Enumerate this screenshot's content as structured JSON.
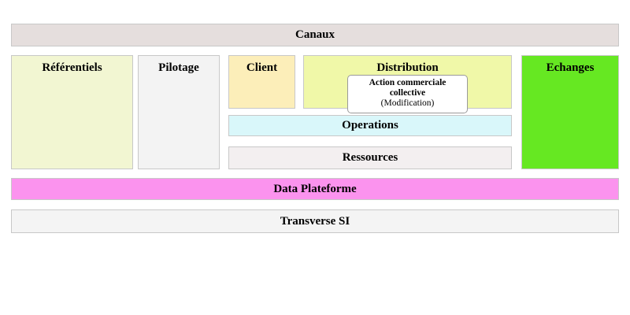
{
  "diagram": {
    "title_bar": {
      "label": "Canaux",
      "color": "#e5dedd"
    },
    "columns": [
      {
        "name": "referentiels",
        "label": "Référentiels",
        "color": "#f2f6d2"
      },
      {
        "name": "pilotage",
        "label": "Pilotage",
        "color": "#f3f3f3"
      },
      {
        "name": "client",
        "label": "Client",
        "color": "#fceeb9"
      },
      {
        "name": "distribution",
        "label": "Distribution",
        "color": "#f0f8a8"
      },
      {
        "name": "echanges",
        "label": "Echanges",
        "color": "#66e822"
      }
    ],
    "strips": [
      {
        "name": "operations",
        "label": "Operations",
        "color": "#d9f7fa"
      },
      {
        "name": "ressources",
        "label": "Ressources",
        "color": "#f3eff0"
      }
    ],
    "footer_bars": [
      {
        "name": "data-plateforme",
        "label": "Data Plateforme",
        "color": "#fb93ee"
      },
      {
        "name": "transverse-si",
        "label": "Transverse SI",
        "color": "#f4f4f4"
      }
    ],
    "highlight_card": {
      "title": "Action commerciale collective",
      "subtitle": "(Modification)",
      "background": "#ffffff",
      "border_color": "#9a9a9a"
    }
  }
}
